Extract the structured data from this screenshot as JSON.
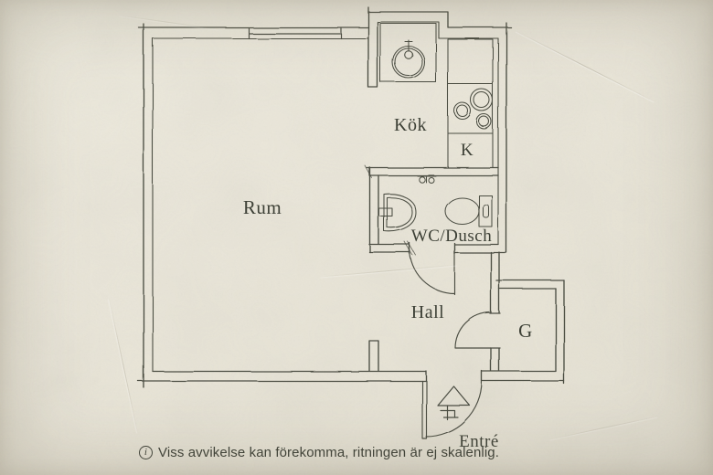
{
  "page": {
    "kind": "apartment-floor-plan",
    "style": "hand-drawn sketch on aged paper"
  },
  "rooms": {
    "rum": "Rum",
    "kok": "Kök",
    "k": "K",
    "wc_dusch": "WC/Dusch",
    "hall": "Hall",
    "g": "G",
    "entre": "Entré"
  },
  "fixtures": [
    "kitchen-sink",
    "stove-burners",
    "washbasin",
    "toilet",
    "shower-mixer",
    "entrance-arrow"
  ],
  "footer": {
    "info_glyph": "i",
    "text": "Viss avvikelse kan förekomma, ritningen är ej skalenlig."
  },
  "colors": {
    "paper": "#eae6d9",
    "ink": "#4b4d43",
    "text": "#3d4036"
  }
}
